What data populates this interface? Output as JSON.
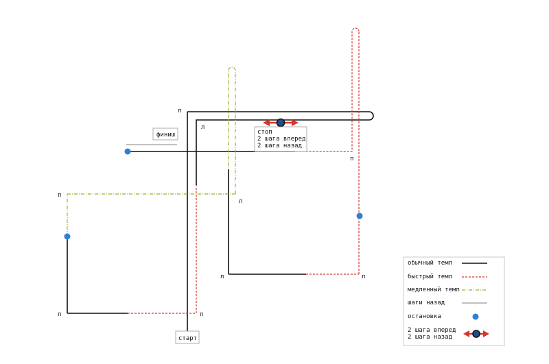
{
  "labels": {
    "start": "старт",
    "finish": "финиш",
    "stop_line1": "стоп",
    "stop_line2": "2 шага вперед",
    "stop_line3": "2 шага назад",
    "turn_right": "п",
    "turn_left": "л"
  },
  "legend": {
    "normal": "обычный темп",
    "fast": "быстрый темп",
    "slow": "медленный темп",
    "back": "шаги назад",
    "stop": "остановка",
    "steps_line1": "2 шага вперед",
    "steps_line2": "2 шага назад"
  },
  "colors": {
    "normal": "#111111",
    "fast": "#d23a2a",
    "slow": "#8fb82a",
    "back": "#9a9a9a",
    "stop": "#2f80d4",
    "arrow": "#d8352a"
  }
}
